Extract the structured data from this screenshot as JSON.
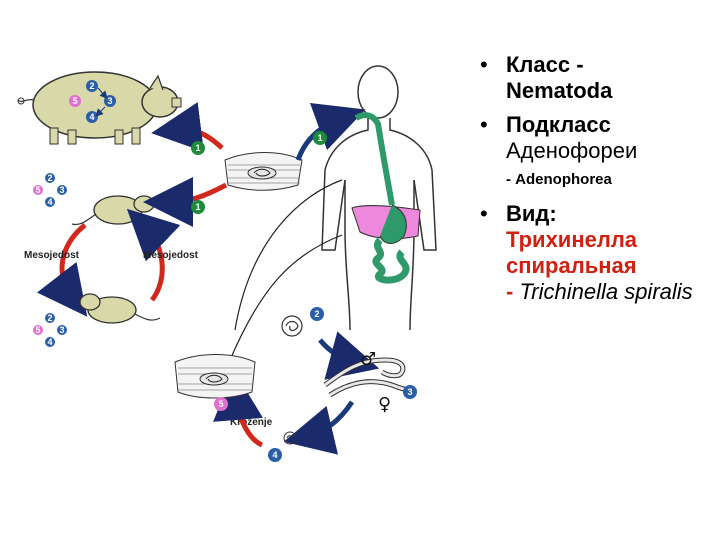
{
  "diagram": {
    "labels": {
      "mesojedost_left": "Mesojedost",
      "mesojedost_right": "Mesojedost",
      "krozenje": "Kroženje"
    },
    "step_numbers": {
      "n1": "1",
      "n2": "2",
      "n3": "3",
      "n4": "4",
      "n5": "5"
    },
    "symbols": {
      "male": "♂",
      "female": "♀"
    },
    "colors": {
      "arrow": "#d0281c",
      "arrow_blue": "#1a3a7a",
      "step_green": "#1e8a3a",
      "step_blue": "#2a5fa8",
      "step_pink": "#e070d0",
      "stomach": "#ee88dd",
      "gut": "#2e9a6a"
    }
  },
  "panel": {
    "b1_label": "Класс - ",
    "b1_value": "Nematoda",
    "b2_label": "Подкласс",
    "b2_value": "Аденофореи",
    "b2_latin": "- Adenophorea",
    "b3_label": "Вид:",
    "b3_value": "Трихинелла спиральная",
    "b3_dash": "- ",
    "b3_latin": "Trichinella spiralis"
  }
}
